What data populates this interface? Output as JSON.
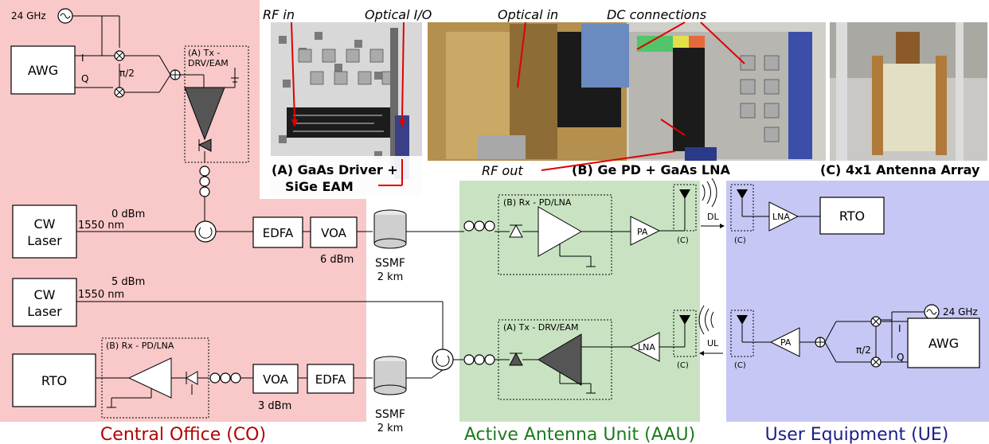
{
  "zones": {
    "co": {
      "label": "Central Office (CO)",
      "color": "#f9c8c8",
      "label_color": "#b40000"
    },
    "aau": {
      "label": "Active Antenna Unit (AAU)",
      "color": "#c9e3c2",
      "label_color": "#1e7a1e"
    },
    "ue": {
      "label": "User Equipment (UE)",
      "color": "#c7c7f5",
      "label_color": "#1c1c8c"
    }
  },
  "blocks": {
    "awg": "AWG",
    "cw_laser": "CW\nLaser",
    "edfa": "EDFA",
    "voa": "VOA",
    "rto": "RTO",
    "pa": "PA",
    "lna": "LNA",
    "ssmf": "SSMF",
    "ssmf_len": "2 km"
  },
  "labels": {
    "lo_freq": "24 GHz",
    "i": "I",
    "q": "Q",
    "pi2": "π/2",
    "tx_drv_eam": "(A) Tx - DRV/EAM",
    "tx_drv_eam_split1": "(A) Tx -",
    "tx_drv_eam_split2": "DRV/EAM",
    "rx_pd_lna": "(B) Rx - PD/LNA",
    "ant_c": "(C)",
    "dl": "DL",
    "ul": "UL",
    "p_0dbm": "0 dBm",
    "p_5dbm": "5 dBm",
    "wl_1550": "1550 nm",
    "p_6dbm": "6 dBm",
    "p_3dbm": "3 dBm"
  },
  "photos": {
    "rf_in": "RF in",
    "optical_io": "Optical I/O",
    "optical_in": "Optical in",
    "dc_connections": "DC connections",
    "rf_out": "RF out",
    "caption_a1": "(A) GaAs Driver +",
    "caption_a2": "SiGe EAM",
    "caption_b": "(B) Ge PD  + GaAs LNA",
    "caption_c": "(C) 4x1 Antenna Array"
  }
}
